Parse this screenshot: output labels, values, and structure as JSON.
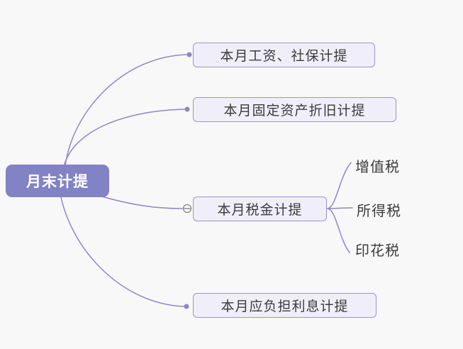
{
  "canvas": {
    "background_color": "#f8f8f8",
    "line_color": "#8d86c7"
  },
  "mindmap": {
    "root": {
      "label": "月末计提",
      "fill_color": "#8183c4",
      "text_color": "#ffffff"
    },
    "branches": [
      {
        "label": "本月工资、社保计提"
      },
      {
        "label": "本月固定资产折旧计提"
      },
      {
        "label": "本月税金计提",
        "collapse_icon": "minus-circle",
        "children": [
          {
            "label": "增值税"
          },
          {
            "label": "所得税"
          },
          {
            "label": "印花税"
          }
        ]
      },
      {
        "label": "本月应负担利息计提"
      }
    ],
    "branch_style": {
      "fill_color": "#f0eff9",
      "border_color": "#9a92cf",
      "text_color": "#3b3b3b"
    }
  }
}
